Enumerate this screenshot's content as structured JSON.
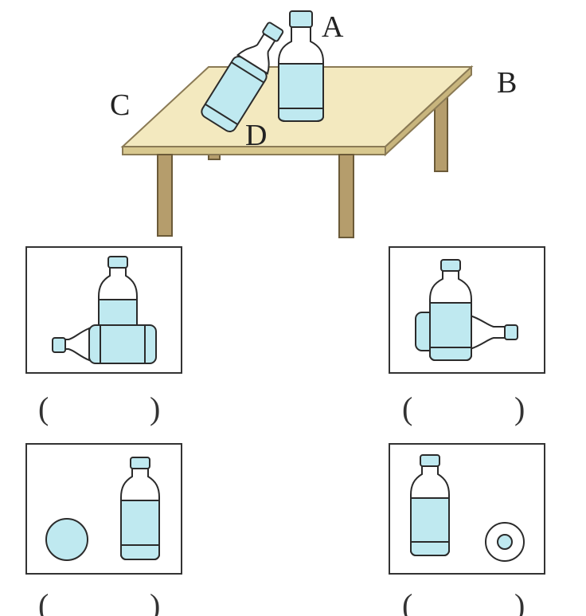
{
  "labels": {
    "a": "A",
    "b": "B",
    "c": "C",
    "d": "D"
  },
  "answer_slots": [
    {
      "open": "(",
      "close": ")"
    },
    {
      "open": "(",
      "close": ")"
    },
    {
      "open": "(",
      "close": ")"
    },
    {
      "open": "(",
      "close": ")"
    }
  ],
  "colors": {
    "bottle_fill": "#bfe9f0",
    "bottle_stroke": "#2b2b2b",
    "table_top": "#f3e9bf",
    "table_edge": "#8a7a55",
    "table_leg": "#b59d6c",
    "frame": "#333333"
  }
}
